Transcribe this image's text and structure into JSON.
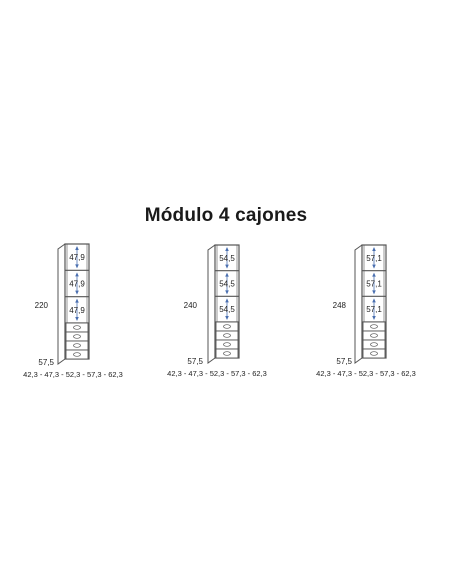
{
  "title": "Módulo 4 cajones",
  "modules": [
    {
      "height_label": "220",
      "shelf_labels": [
        "47,9",
        "47,9",
        "47,9"
      ],
      "base_height_label": "57,5",
      "width_options_label": "42,3 - 47,3 - 52,3 - 57,3 - 62,3"
    },
    {
      "height_label": "240",
      "shelf_labels": [
        "54,5",
        "54,5",
        "54,5"
      ],
      "base_height_label": "57,5",
      "width_options_label": "42,3 - 47,3 - 52,3 - 57,3 - 62,3"
    },
    {
      "height_label": "248",
      "shelf_labels": [
        "57,1",
        "57,1",
        "57,1"
      ],
      "base_height_label": "57,5",
      "width_options_label": "42,3 - 47,3 - 52,3 - 57,3 - 62,3"
    }
  ],
  "colors": {
    "line": "#555555",
    "arrow": "#4a6fb0",
    "text": "#222222"
  }
}
